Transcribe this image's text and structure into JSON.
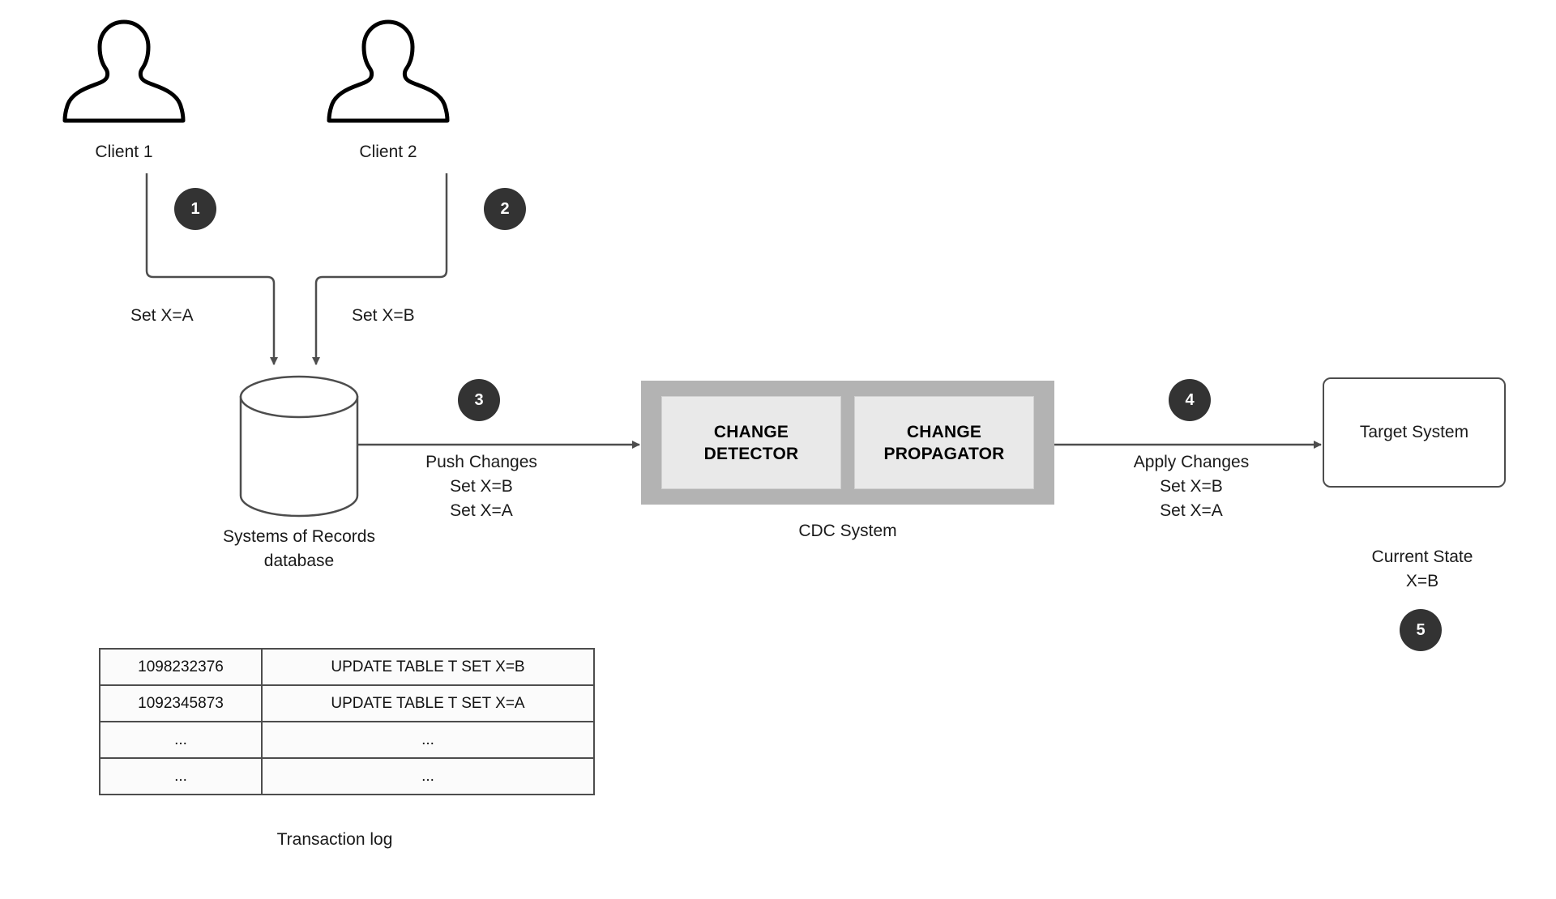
{
  "diagram": {
    "title_hidden": "",
    "actors": [
      {
        "id": "client1",
        "label": "Client 1",
        "icon": "user-icon"
      },
      {
        "id": "client2",
        "label": "Client 2",
        "icon": "user-icon"
      }
    ],
    "steps": [
      {
        "number": "1"
      },
      {
        "number": "2"
      },
      {
        "number": "3"
      },
      {
        "number": "4"
      },
      {
        "number": "5"
      }
    ],
    "edges": [
      {
        "id": "client1-to-db",
        "label": "Set X=A"
      },
      {
        "id": "client2-to-db",
        "label": "Set X=B"
      },
      {
        "id": "db-to-cdc",
        "lines": [
          "Push Changes",
          "Set X=B",
          "Set X=A"
        ]
      },
      {
        "id": "cdc-to-target",
        "lines": [
          "Apply Changes",
          "Set X=B",
          "Set X=A"
        ]
      }
    ],
    "edge_labels": {
      "set_x_a": "Set X=A",
      "set_x_b": "Set X=B",
      "push_changes_l1": "Push Changes",
      "push_changes_l2": "Set X=B",
      "push_changes_l3": "Set X=A",
      "apply_changes_l1": "Apply Changes",
      "apply_changes_l2": "Set X=B",
      "apply_changes_l3": "Set X=A"
    },
    "database": {
      "shape": "cylinder",
      "caption_line1": "Systems of Records",
      "caption_line2": "database"
    },
    "cdc": {
      "caption": "CDC System",
      "components": [
        {
          "line1": "CHANGE",
          "line2": "DETECTOR"
        },
        {
          "line1": "CHANGE",
          "line2": "PROPAGATOR"
        }
      ]
    },
    "target": {
      "label": "Target System",
      "state_line1": "Current State",
      "state_line2": "X=B"
    },
    "transaction_log": {
      "caption": "Transaction log",
      "rows": [
        {
          "id": "1098232376",
          "statement": "UPDATE TABLE T SET X=B"
        },
        {
          "id": "1092345873",
          "statement": "UPDATE TABLE T SET X=A"
        },
        {
          "id": "...",
          "statement": "..."
        },
        {
          "id": "...",
          "statement": "..."
        }
      ]
    },
    "colors": {
      "badge": "#333333",
      "cdc_outer": "#b3b3b3",
      "cdc_inner": "#e9e9e9",
      "stroke": "#4d4d4d",
      "text": "#1a1a1a",
      "background": "#ffffff"
    }
  }
}
